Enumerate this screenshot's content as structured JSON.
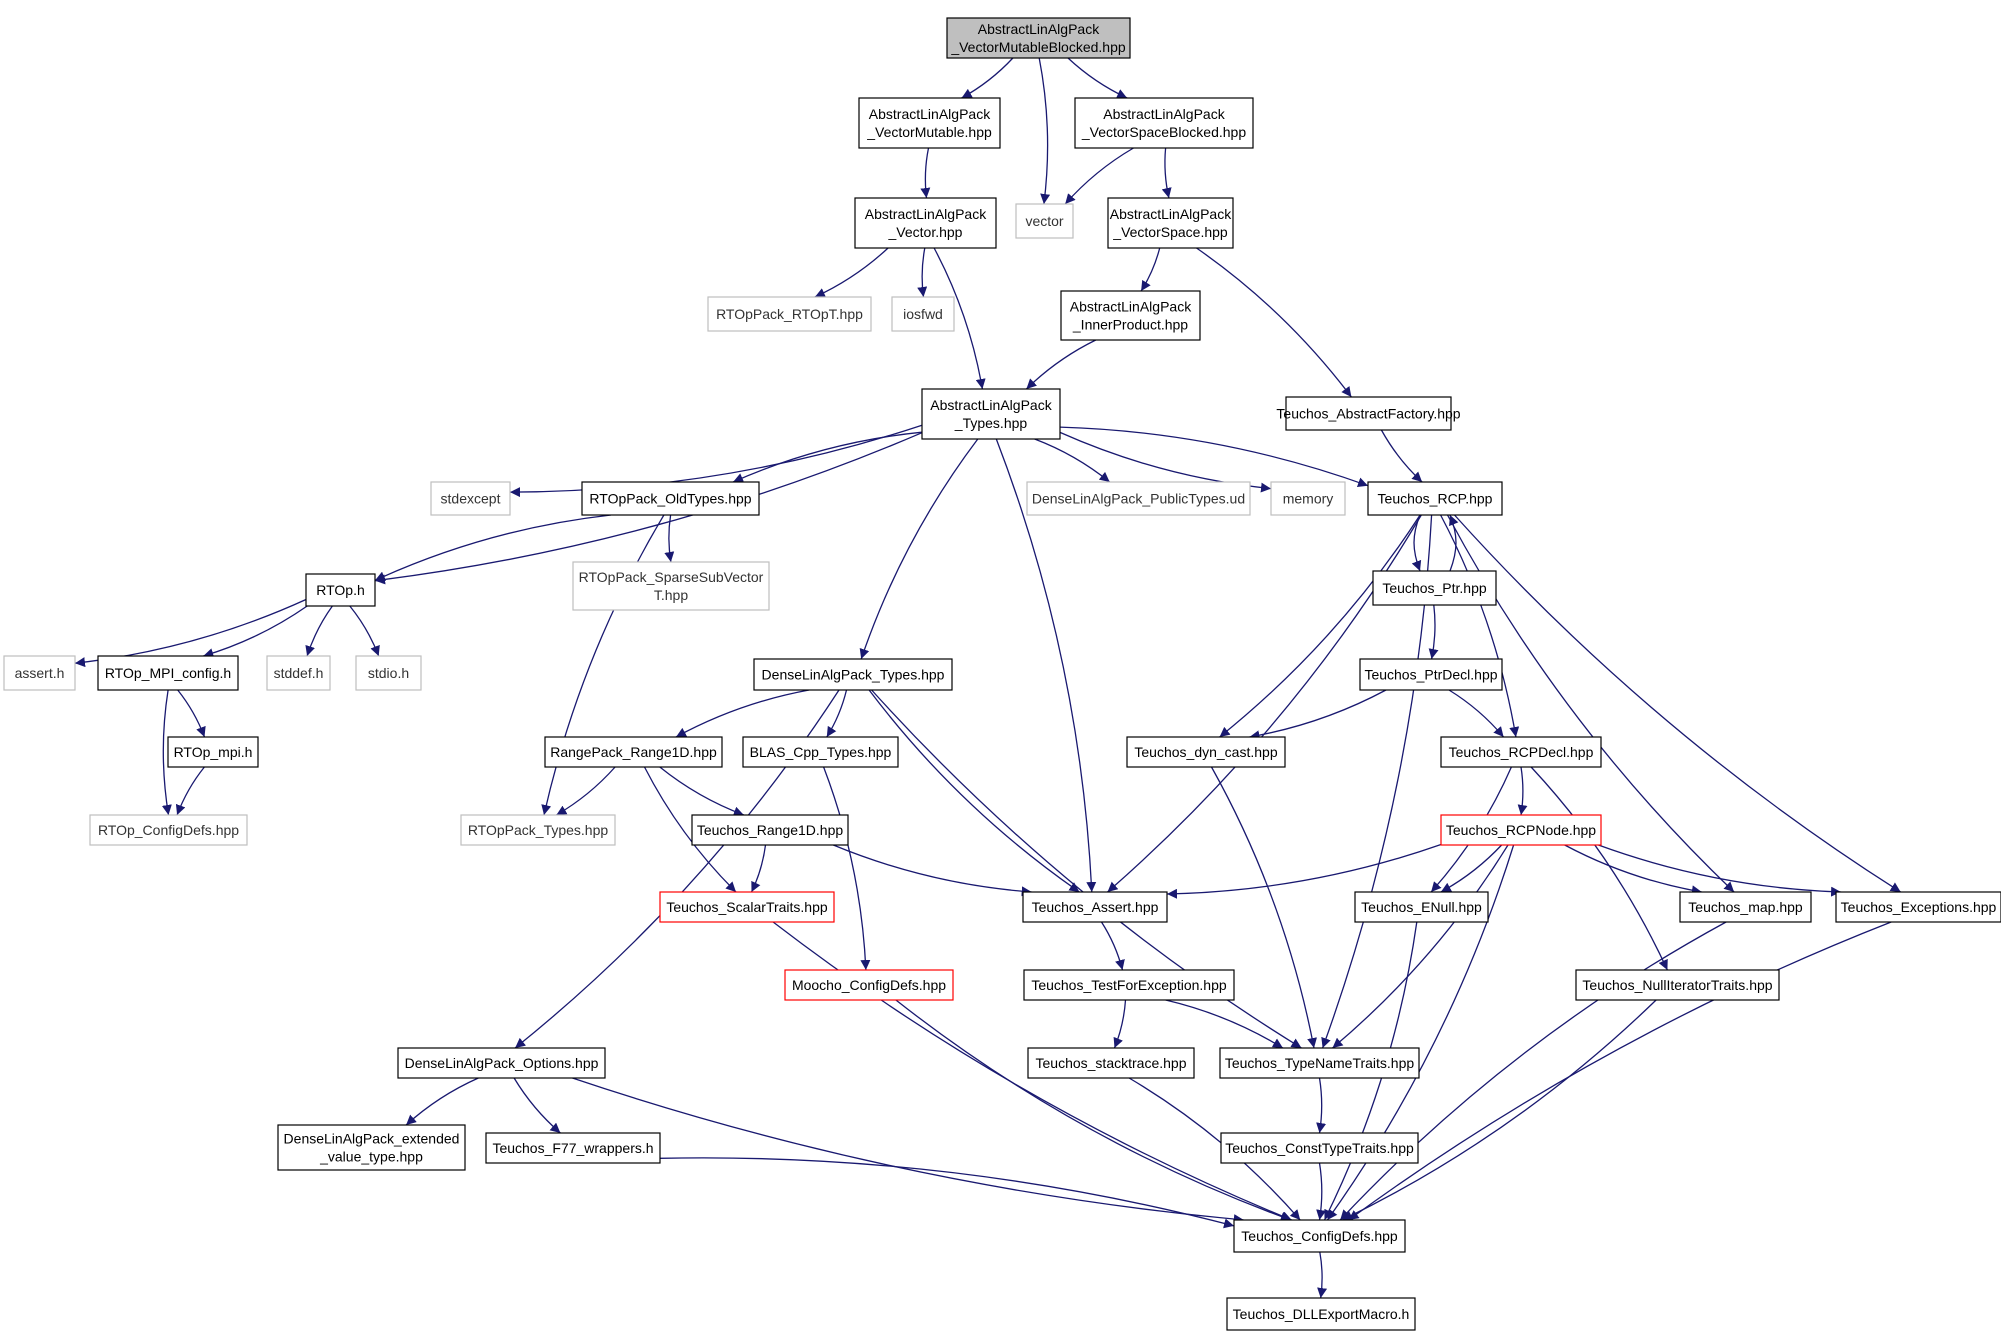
{
  "colors": {
    "edge": "#191970",
    "box_normal": "#000000",
    "box_gray": "#bfbfbf",
    "box_red": "#ff0000",
    "root_fill": "#bfbfbf",
    "background": "#ffffff"
  },
  "nodes": [
    {
      "id": "root",
      "style": "root",
      "lines": [
        "AbstractLinAlgPack",
        "_VectorMutableBlocked.hpp"
      ]
    },
    {
      "id": "vm",
      "style": "normal",
      "lines": [
        "AbstractLinAlgPack",
        "_VectorMutable.hpp"
      ]
    },
    {
      "id": "vector",
      "style": "gray",
      "lines": [
        "vector"
      ]
    },
    {
      "id": "vsb",
      "style": "normal",
      "lines": [
        "AbstractLinAlgPack",
        "_VectorSpaceBlocked.hpp"
      ]
    },
    {
      "id": "v",
      "style": "normal",
      "lines": [
        "AbstractLinAlgPack",
        "_Vector.hpp"
      ]
    },
    {
      "id": "vs",
      "style": "normal",
      "lines": [
        "AbstractLinAlgPack",
        "_VectorSpace.hpp"
      ]
    },
    {
      "id": "roptt",
      "style": "gray",
      "lines": [
        "RTOpPack_RTOpT.hpp"
      ]
    },
    {
      "id": "iosfwd",
      "style": "gray",
      "lines": [
        "iosfwd"
      ]
    },
    {
      "id": "ip",
      "style": "normal",
      "lines": [
        "AbstractLinAlgPack",
        "_InnerProduct.hpp"
      ]
    },
    {
      "id": "types",
      "style": "normal",
      "lines": [
        "AbstractLinAlgPack",
        "_Types.hpp"
      ]
    },
    {
      "id": "af",
      "style": "normal",
      "lines": [
        "Teuchos_AbstractFactory.hpp"
      ]
    },
    {
      "id": "stdexcept",
      "style": "gray",
      "lines": [
        "stdexcept"
      ]
    },
    {
      "id": "oldtypes",
      "style": "normal",
      "lines": [
        "RTOpPack_OldTypes.hpp"
      ]
    },
    {
      "id": "dlapt",
      "style": "gray",
      "lines": [
        "DenseLinAlgPack_PublicTypes.ud"
      ]
    },
    {
      "id": "memory",
      "style": "gray",
      "lines": [
        "memory"
      ]
    },
    {
      "id": "rcp",
      "style": "normal",
      "lines": [
        "Teuchos_RCP.hpp"
      ]
    },
    {
      "id": "rtoph",
      "style": "normal",
      "lines": [
        "RTOp.h"
      ]
    },
    {
      "id": "ssv",
      "style": "gray",
      "lines": [
        "RTOpPack_SparseSubVector",
        "T.hpp"
      ]
    },
    {
      "id": "ptr",
      "style": "normal",
      "lines": [
        "Teuchos_Ptr.hpp"
      ]
    },
    {
      "id": "asserth",
      "style": "gray",
      "lines": [
        "assert.h"
      ]
    },
    {
      "id": "mpiconfig",
      "style": "normal",
      "lines": [
        "RTOp_MPI_config.h"
      ]
    },
    {
      "id": "stddef",
      "style": "gray",
      "lines": [
        "stddef.h"
      ]
    },
    {
      "id": "stdio",
      "style": "gray",
      "lines": [
        "stdio.h"
      ]
    },
    {
      "id": "dlatypes",
      "style": "normal",
      "lines": [
        "DenseLinAlgPack_Types.hpp"
      ]
    },
    {
      "id": "ptrdecl",
      "style": "normal",
      "lines": [
        "Teuchos_PtrDecl.hpp"
      ]
    },
    {
      "id": "rtopmpi",
      "style": "normal",
      "lines": [
        "RTOp_mpi.h"
      ]
    },
    {
      "id": "range1d",
      "style": "normal",
      "lines": [
        "RangePack_Range1D.hpp"
      ]
    },
    {
      "id": "blas",
      "style": "normal",
      "lines": [
        "BLAS_Cpp_Types.hpp"
      ]
    },
    {
      "id": "dyncast",
      "style": "normal",
      "lines": [
        "Teuchos_dyn_cast.hpp"
      ]
    },
    {
      "id": "rcpdecl",
      "style": "normal",
      "lines": [
        "Teuchos_RCPDecl.hpp"
      ]
    },
    {
      "id": "rtopconfig",
      "style": "gray",
      "lines": [
        "RTOp_ConfigDefs.hpp"
      ]
    },
    {
      "id": "rtoppacktypes",
      "style": "gray",
      "lines": [
        "RTOpPack_Types.hpp"
      ]
    },
    {
      "id": "trange1d",
      "style": "normal",
      "lines": [
        "Teuchos_Range1D.hpp"
      ]
    },
    {
      "id": "rcpnode",
      "style": "red",
      "lines": [
        "Teuchos_RCPNode.hpp"
      ]
    },
    {
      "id": "scalartraits",
      "style": "red",
      "lines": [
        "Teuchos_ScalarTraits.hpp"
      ]
    },
    {
      "id": "tassert",
      "style": "normal",
      "lines": [
        "Teuchos_Assert.hpp"
      ]
    },
    {
      "id": "enull",
      "style": "normal",
      "lines": [
        "Teuchos_ENull.hpp"
      ]
    },
    {
      "id": "tmap",
      "style": "normal",
      "lines": [
        "Teuchos_map.hpp"
      ]
    },
    {
      "id": "texc",
      "style": "normal",
      "lines": [
        "Teuchos_Exceptions.hpp"
      ]
    },
    {
      "id": "moocho",
      "style": "red",
      "lines": [
        "Moocho_ConfigDefs.hpp"
      ]
    },
    {
      "id": "tfe",
      "style": "normal",
      "lines": [
        "Teuchos_TestForException.hpp"
      ]
    },
    {
      "id": "nit",
      "style": "normal",
      "lines": [
        "Teuchos_NullIteratorTraits.hpp"
      ]
    },
    {
      "id": "dlaopt",
      "style": "normal",
      "lines": [
        "DenseLinAlgPack_Options.hpp"
      ]
    },
    {
      "id": "stack",
      "style": "normal",
      "lines": [
        "Teuchos_stacktrace.hpp"
      ]
    },
    {
      "id": "tnt",
      "style": "normal",
      "lines": [
        "Teuchos_TypeNameTraits.hpp"
      ]
    },
    {
      "id": "ext",
      "style": "normal",
      "lines": [
        "DenseLinAlgPack_extended",
        "_value_type.hpp"
      ]
    },
    {
      "id": "f77",
      "style": "normal",
      "lines": [
        "Teuchos_F77_wrappers.h"
      ]
    },
    {
      "id": "ctt",
      "style": "normal",
      "lines": [
        "Teuchos_ConstTypeTraits.hpp"
      ]
    },
    {
      "id": "tconfig",
      "style": "normal",
      "lines": [
        "Teuchos_ConfigDefs.hpp"
      ]
    },
    {
      "id": "dll",
      "style": "normal",
      "lines": [
        "Teuchos_DLLExportMacro.h"
      ]
    }
  ],
  "edges": [
    [
      "root",
      "vm"
    ],
    [
      "root",
      "vector"
    ],
    [
      "root",
      "vsb"
    ],
    [
      "vm",
      "v"
    ],
    [
      "vsb",
      "vector"
    ],
    [
      "vsb",
      "vs"
    ],
    [
      "v",
      "roptt"
    ],
    [
      "v",
      "iosfwd"
    ],
    [
      "v",
      "types"
    ],
    [
      "vs",
      "ip"
    ],
    [
      "vs",
      "af"
    ],
    [
      "ip",
      "types"
    ],
    [
      "af",
      "rcp"
    ],
    [
      "types",
      "stdexcept"
    ],
    [
      "types",
      "oldtypes"
    ],
    [
      "types",
      "rtoph"
    ],
    [
      "types",
      "dlapt"
    ],
    [
      "types",
      "memory"
    ],
    [
      "types",
      "rcp"
    ],
    [
      "types",
      "dlatypes"
    ],
    [
      "types",
      "tassert"
    ],
    [
      "oldtypes",
      "rtoph"
    ],
    [
      "oldtypes",
      "ssv"
    ],
    [
      "oldtypes",
      "rtoppacktypes"
    ],
    [
      "rtoph",
      "asserth"
    ],
    [
      "rtoph",
      "mpiconfig"
    ],
    [
      "rtoph",
      "stddef"
    ],
    [
      "rtoph",
      "stdio"
    ],
    [
      "mpiconfig",
      "rtopmpi"
    ],
    [
      "mpiconfig",
      "rtopconfig"
    ],
    [
      "rtopmpi",
      "rtopconfig"
    ],
    [
      "rcp",
      "ptr"
    ],
    [
      "rcp",
      "rcpdecl"
    ],
    [
      "rcp",
      "dyncast"
    ],
    [
      "rcp",
      "tassert"
    ],
    [
      "rcp",
      "tnt"
    ],
    [
      "rcp",
      "tmap"
    ],
    [
      "rcp",
      "texc"
    ],
    [
      "ptr",
      "rcp"
    ],
    [
      "ptr",
      "ptrdecl"
    ],
    [
      "ptrdecl",
      "rcpdecl"
    ],
    [
      "ptrdecl",
      "dyncast"
    ],
    [
      "dlatypes",
      "range1d"
    ],
    [
      "dlatypes",
      "blas"
    ],
    [
      "dlatypes",
      "dlaopt"
    ],
    [
      "dlatypes",
      "tassert"
    ],
    [
      "dlatypes",
      "tnt"
    ],
    [
      "range1d",
      "rtoppacktypes"
    ],
    [
      "range1d",
      "trange1d"
    ],
    [
      "range1d",
      "scalartraits"
    ],
    [
      "blas",
      "moocho"
    ],
    [
      "trange1d",
      "scalartraits"
    ],
    [
      "trange1d",
      "tassert"
    ],
    [
      "rcpdecl",
      "rcpnode"
    ],
    [
      "rcpdecl",
      "enull"
    ],
    [
      "rcpdecl",
      "nit"
    ],
    [
      "rcpnode",
      "tassert"
    ],
    [
      "rcpnode",
      "enull"
    ],
    [
      "rcpnode",
      "tmap"
    ],
    [
      "rcpnode",
      "texc"
    ],
    [
      "rcpnode",
      "tnt"
    ],
    [
      "rcpnode",
      "tconfig"
    ],
    [
      "dyncast",
      "tnt"
    ],
    [
      "tassert",
      "tfe"
    ],
    [
      "tfe",
      "stack"
    ],
    [
      "tfe",
      "tnt"
    ],
    [
      "scalartraits",
      "tconfig"
    ],
    [
      "moocho",
      "tconfig"
    ],
    [
      "enull",
      "tconfig"
    ],
    [
      "tmap",
      "tconfig"
    ],
    [
      "texc",
      "tconfig"
    ],
    [
      "nit",
      "tconfig"
    ],
    [
      "stack",
      "tconfig"
    ],
    [
      "tnt",
      "ctt"
    ],
    [
      "ctt",
      "tconfig"
    ],
    [
      "dlaopt",
      "ext"
    ],
    [
      "dlaopt",
      "f77"
    ],
    [
      "dlaopt",
      "tconfig"
    ],
    [
      "f77",
      "tconfig"
    ],
    [
      "tconfig",
      "dll"
    ]
  ]
}
